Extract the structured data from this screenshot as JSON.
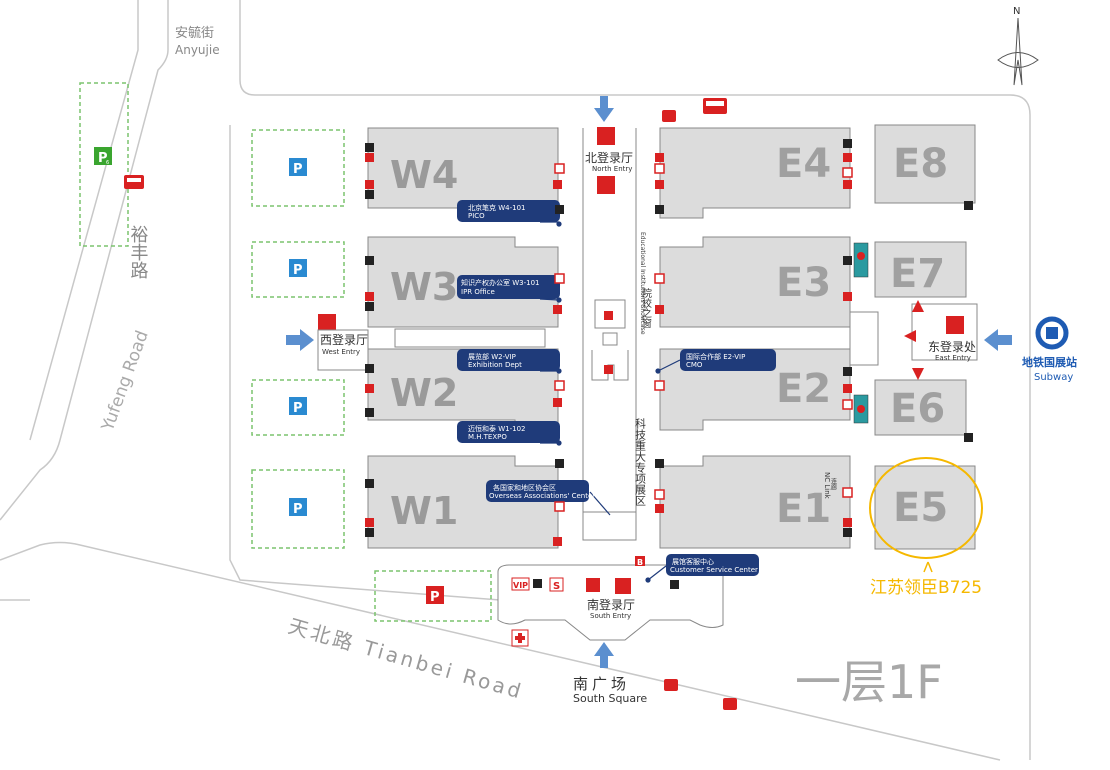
{
  "compass": {
    "north": "N"
  },
  "roads": {
    "anyujie_cn": "安毓街",
    "anyujie_en": "Anyujie",
    "yufeng_cn": "裕丰路",
    "yufeng_en": "Yufeng Road",
    "tianbei": "天北路 Tianbei Road"
  },
  "halls": {
    "w4": "W4",
    "w3": "W3",
    "w2": "W2",
    "w1": "W1",
    "e4": "E4",
    "e3": "E3",
    "e2": "E2",
    "e1": "E1",
    "e5": "E5",
    "e6": "E6",
    "e7": "E7",
    "e8": "E8"
  },
  "parking": {
    "p1": "P",
    "p3": "P",
    "p6": "P"
  },
  "entries": {
    "north_cn": "北登录厅",
    "north_en": "North Entry",
    "west_cn": "西登录厅",
    "west_en": "West Entry",
    "east_cn": "东登录处",
    "east_en": "East Entry",
    "south_cn": "南登录厅",
    "south_en": "South Entry"
  },
  "south_square": {
    "cn": "南广场",
    "en": "South Square"
  },
  "subway": {
    "cn": "地铁国展站",
    "en": "Subway"
  },
  "offices": {
    "pico_cn": "北京笔克 W4-101",
    "pico_en": "PICO",
    "ipr_cn": "知识产权办公室 W3-101",
    "ipr_en": "IPR Office",
    "exh_cn": "展览部 W2-VIP",
    "exh_en": "Exhibition Dept",
    "mh_cn": "迈恒和泰 W1-102",
    "mh_en": "M.H.TEXPO",
    "overseas_cn": "各国家和地区协会区",
    "overseas_en": "Overseas Associations' Center",
    "cmo_cn": "国际合作部 E2-VIP",
    "cmo_en": "CMO",
    "csc_cn": "展馆客服中心",
    "csc_en": "Customer Service Center"
  },
  "vertical_labels": {
    "edu_en": "Educational Institutions Showcase",
    "edu_cn": "院校之窗",
    "sci_cn": "科技重大专项展区",
    "nc_link_en": "NC Link",
    "nc_link_cn": "连廊"
  },
  "misc": {
    "vip": "VIP",
    "s": "S",
    "b": "B"
  },
  "floor_label": "一层1F",
  "highlight": {
    "text": "江苏领臣B725",
    "color": "#f5b800"
  },
  "colors": {
    "hall_fill": "#dcdcdc",
    "parking_border": "#7bc46e",
    "arrow_blue": "#5b8fcf",
    "navy_tag": "#1f3b7a",
    "red": "#d92121"
  }
}
